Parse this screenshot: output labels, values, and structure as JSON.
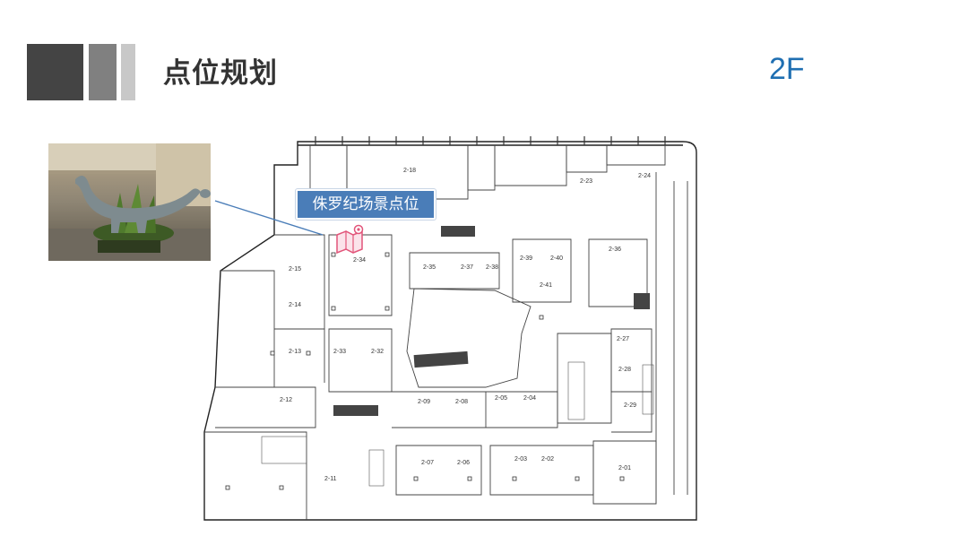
{
  "header": {
    "title": "点位规划",
    "floor_label": "2F",
    "block_colors": [
      "#444444",
      "#808080",
      "#c8c8c8"
    ]
  },
  "callout": {
    "label": "侏罗纪场景点位",
    "color": "#4a7db8"
  },
  "plan_units": [
    "2-18",
    "2-15",
    "2-14",
    "2-13",
    "2-12",
    "2-11",
    "2-24",
    "2-23",
    "2-36",
    "2-37",
    "2-38",
    "2-39",
    "2-40",
    "2-41",
    "2-35",
    "2-34",
    "2-33",
    "2-32",
    "2-09",
    "2-08",
    "2-05",
    "2-04",
    "2-07",
    "2-06",
    "2-03",
    "2-02",
    "2-01",
    "2-27",
    "2-28",
    "2-29"
  ]
}
